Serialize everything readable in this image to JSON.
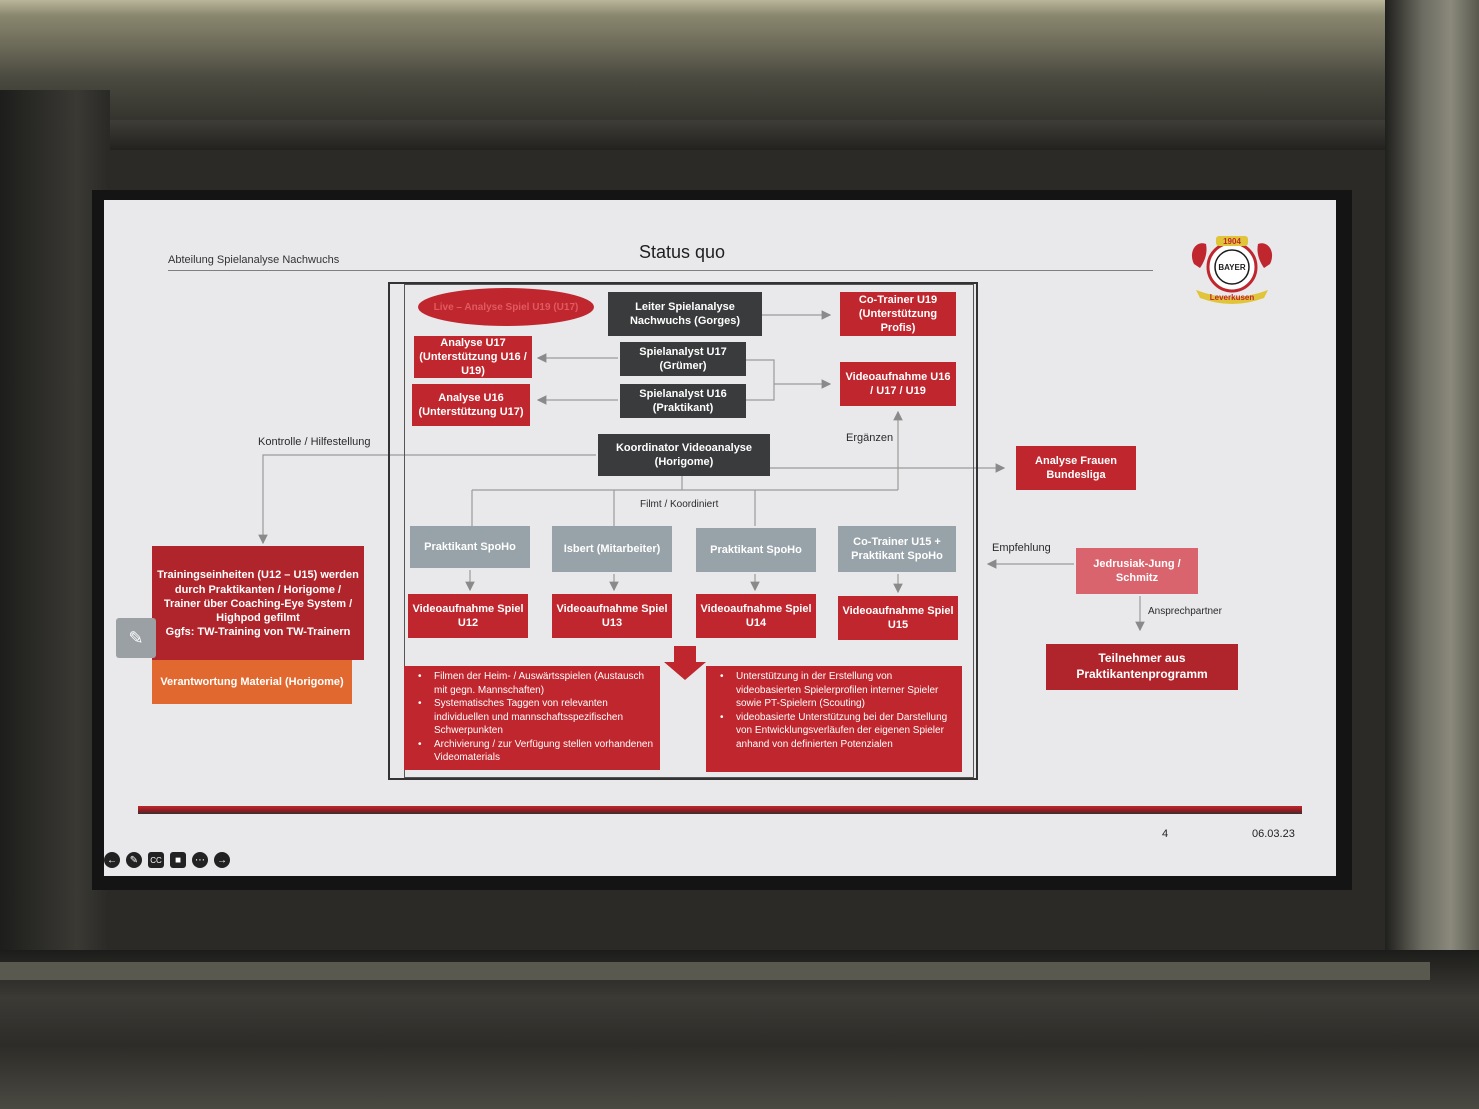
{
  "slide": {
    "department": "Abteilung Spielanalyse Nachwuchs",
    "title": "Status quo",
    "page_number": "4",
    "date": "06.03.23",
    "logo": {
      "year": "1904",
      "text": "BAYER",
      "ribbon": "Leverkusen"
    }
  },
  "diagram": {
    "live_analysis": "Live – Analyse Spiel U19 (U17)",
    "leiter": "Leiter Spielanalyse Nachwuchs (Gorges)",
    "co_trainer_u19": "Co-Trainer U19 (Unterstützung Profis)",
    "analyse_u17": "Analyse U17 (Unterstützung U16 / U19)",
    "analyse_u16": "Analyse U16 (Unterstützung U17)",
    "analyst_u17": "Spielanalyst U17 (Grümer)",
    "analyst_u16": "Spielanalyst U16 (Praktikant)",
    "video_u16_19": "Videoaufnahme U16 / U17 / U19",
    "koordinator": "Koordinator Videoanalyse (Horigome)",
    "ergaenzen": "Ergänzen",
    "analyse_frauen": "Analyse Frauen Bundesliga",
    "kontrolle": "Kontrolle / Hilfestellung",
    "filmt": "Filmt / Koordiniert",
    "praktikant1": "Praktikant SpoHo",
    "isbert": "Isbert (Mitarbeiter)",
    "praktikant2": "Praktikant SpoHo",
    "cotrainer_u15": "Co-Trainer U15 + Praktikant SpoHo",
    "video_u12": "Videoaufnahme Spiel U12",
    "video_u13": "Videoaufnahme Spiel U13",
    "video_u14": "Videoaufnahme Spiel U14",
    "video_u15": "Videoaufnahme Spiel U15",
    "empfehlung": "Empfehlung",
    "jedrusiak": "Jedrusiak-Jung / Schmitz",
    "ansprechpartner": "Ansprechpartner",
    "teilnehmer": "Teilnehmer aus Praktikantenprogramm",
    "training": "Trainingseinheiten (U12 – U15) werden durch Praktikanten / Horigome / Trainer über Coaching-Eye System / Highpod gefilmt",
    "training_gk": "Ggfs: TW-Training von TW-Trainern",
    "verantwortung": "Verantwortung Material (Horigome)",
    "bullets_left": [
      "Filmen der Heim- / Auswärtsspielen (Austausch mit gegn. Mannschaften)",
      "Systematisches Taggen von relevanten individuellen und mannschaftsspezifischen Schwerpunkten",
      "Archivierung / zur Verfügung stellen vorhandenen Videomaterials"
    ],
    "bullets_right": [
      "Unterstützung in der Erstellung von videobasierten Spielerprofilen interner Spieler sowie PT-Spielern (Scouting)",
      "videobasierte Unterstützung bei der Darstellung von Entwicklungsverläufen der eigenen Spieler anhand von definierten Potenzialen"
    ]
  },
  "colors": {
    "red": "#c0262d",
    "dark": "#3a3b3c",
    "grey": "#97a3a9",
    "orange": "#e1692f",
    "pink": "#d9646d"
  },
  "icons": [
    "arrow-left-icon",
    "pen-icon",
    "captions-icon",
    "video-off-icon",
    "more-icon",
    "arrow-right-icon",
    "pencil-icon"
  ]
}
